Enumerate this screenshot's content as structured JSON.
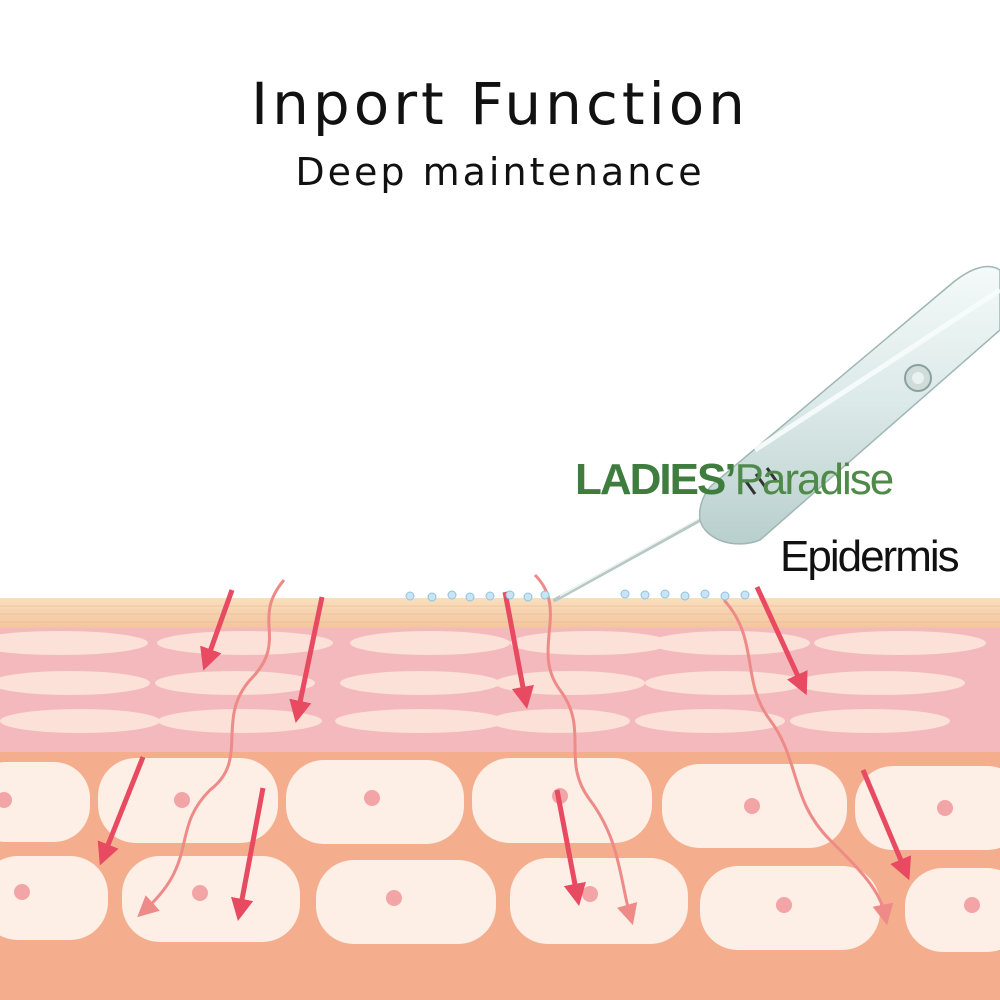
{
  "title": "Inport Function",
  "subtitle": "Deep maintenance",
  "watermark": {
    "part1": "LADIES’",
    "part2": "Paradise"
  },
  "label_epidermis": "Epidermis",
  "colors": {
    "surface": "#f7d1ab",
    "dermis": "#f4b6bb",
    "subcutaneous": "#f3ac8a",
    "cell": "#fdeee6",
    "arrow": "#e74a61",
    "wave": "#e98b7d",
    "brand": "#3f7d3f"
  },
  "icons": [
    "device-pen-icon",
    "arrow-icon",
    "cell-nucleus-icon",
    "droplet-icon"
  ]
}
